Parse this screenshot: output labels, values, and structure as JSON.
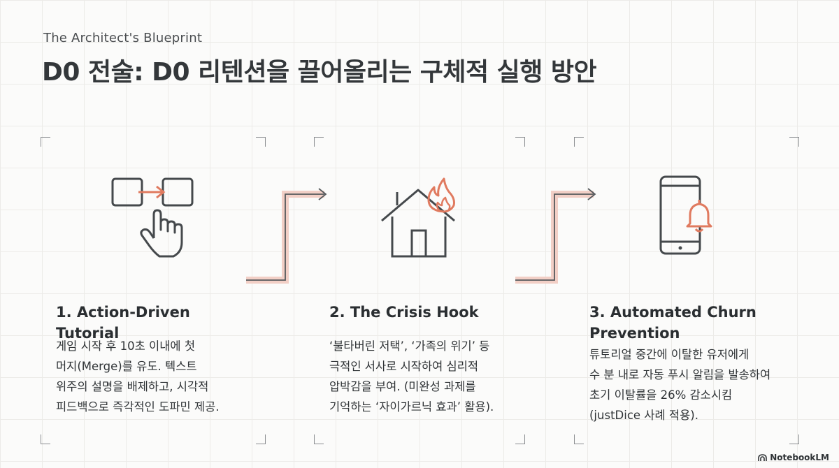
{
  "header": {
    "eyebrow": "The Architect's Blueprint",
    "title": "D0 전술: D0 리텐션을 끌어올리는 구체적 실행 방안"
  },
  "cards": [
    {
      "icon": "tap-arrow-icon",
      "heading": "1. Action-Driven Tutorial",
      "lines": [
        "게임 시작 후 10초 이내에 첫",
        "머지(Merge)를 유도. 텍스트",
        "위주의 설명을 배제하고, 시각적",
        "피드백으로 즉각적인 도파민 제공."
      ]
    },
    {
      "icon": "house-fire-icon",
      "heading": "2. The Crisis Hook",
      "lines": [
        "‘불타버린 저택’, ‘가족의 위기’ 등",
        "극적인 서사로 시작하여 심리적",
        "압박감을 부여. (미완성 과제를",
        "기억하는 ‘자이가르닉 효과’ 활용)."
      ]
    },
    {
      "icon": "phone-bell-icon",
      "heading_lines": [
        "3. Automated Churn",
        "Prevention"
      ],
      "lines": [
        "튜토리얼 중간에 이탈한 유저에게",
        "수 분 내로 자동 푸시 알림을 발송하여",
        "초기 이탈률을 26% 감소시킴",
        "(justDice 사례 적용)."
      ]
    }
  ],
  "footer": {
    "brand": "NotebookLM"
  },
  "colors": {
    "accent": "#e07a5f",
    "ink": "#45494c",
    "glow": "#f2cfc6"
  }
}
